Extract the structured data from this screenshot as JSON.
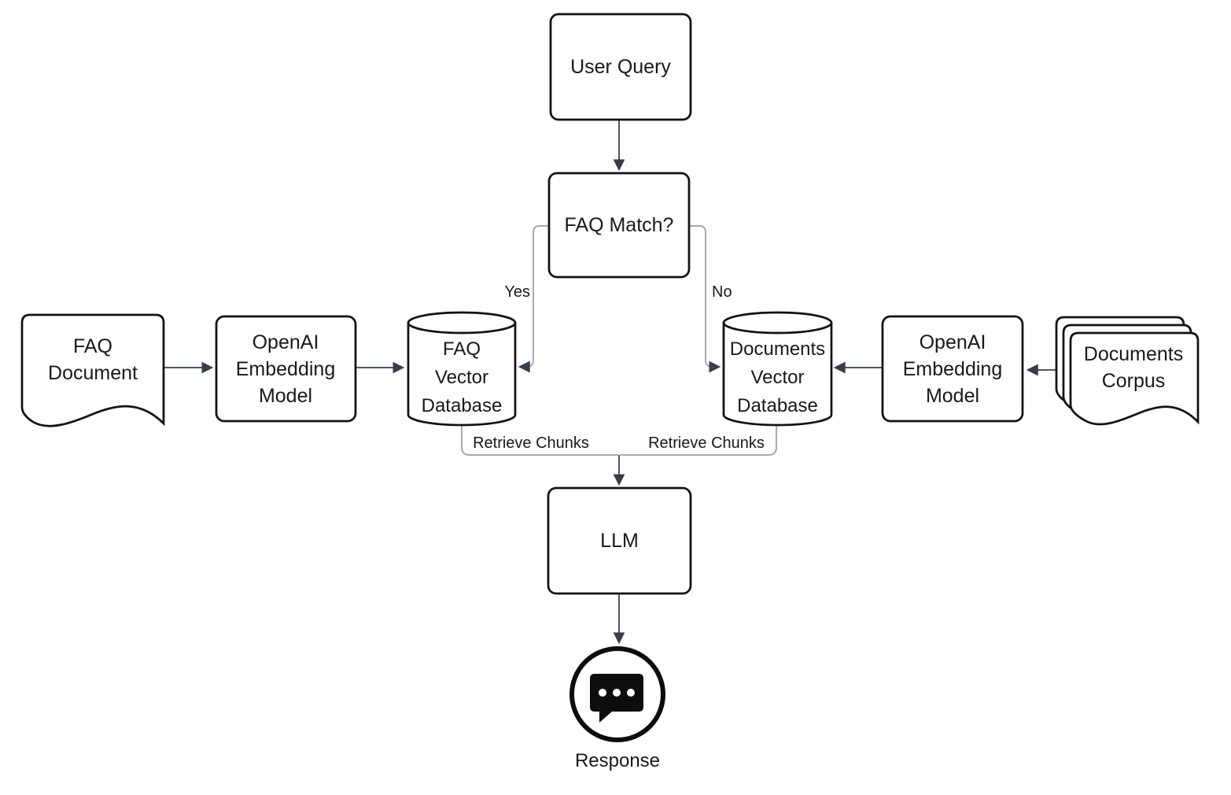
{
  "diagram": {
    "nodes": {
      "user_query": "User Query",
      "faq_match": "FAQ Match?",
      "faq_document": "FAQ Document",
      "openai_embedding_left": "OpenAI Embedding Model",
      "faq_vector_database": "FAQ Vector Database",
      "documents_vector_database": "Documents Vector Database",
      "openai_embedding_right": "OpenAI Embedding Model",
      "documents_corpus": "Documents Corpus",
      "llm": "LLM",
      "response": "Response"
    },
    "edges": {
      "yes": "Yes",
      "no": "No",
      "retrieve_chunks_left": "Retrieve Chunks",
      "retrieve_chunks_right": "Retrieve Chunks"
    },
    "icons": {
      "response": "speech-bubble-icon"
    },
    "colors": {
      "background": "#ffffff",
      "shape_stroke": "#121212",
      "text": "#17191a",
      "connector_dark": "#4f565e",
      "connector_light": "#a7abaf",
      "arrowhead": "#373e48"
    }
  }
}
